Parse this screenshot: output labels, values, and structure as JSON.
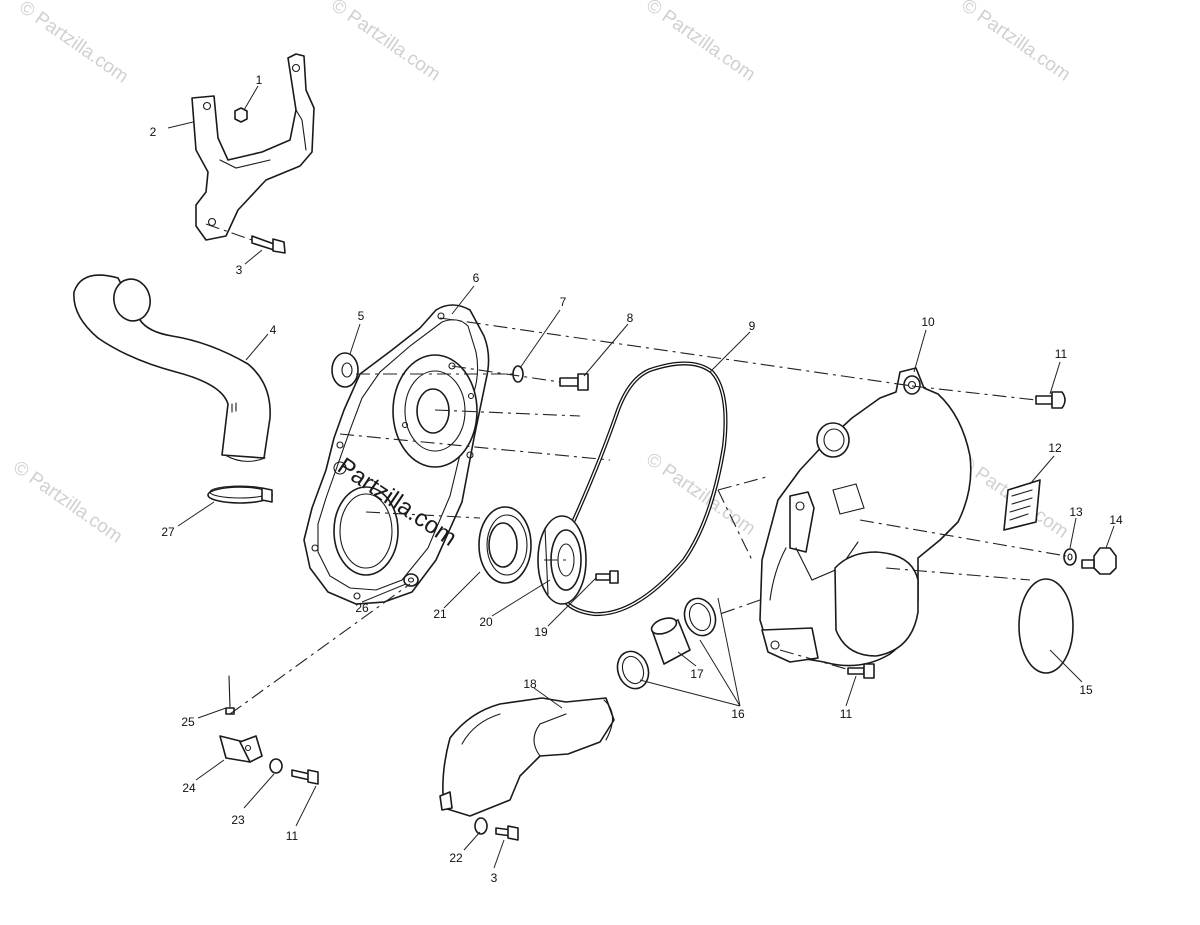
{
  "watermark": {
    "text": "© Partzilla.com",
    "center_text": "Partzilla.com"
  },
  "callouts": {
    "c1": "1",
    "c2": "2",
    "c3a": "3",
    "c3b": "3",
    "c4": "4",
    "c5": "5",
    "c6": "6",
    "c7": "7",
    "c8": "8",
    "c9": "9",
    "c10": "10",
    "c11a": "11",
    "c11b": "11",
    "c11c": "11",
    "c12": "12",
    "c13": "13",
    "c14": "14",
    "c15": "15",
    "c16": "16",
    "c17": "17",
    "c18": "18",
    "c19": "19",
    "c20": "20",
    "c21": "21",
    "c22": "22",
    "c23": "23",
    "c24": "24",
    "c25": "25",
    "c26": "26",
    "c27": "27"
  },
  "colors": {
    "ink": "#1a1a1a",
    "watermark": "#d0d0d0",
    "background": "#ffffff"
  }
}
